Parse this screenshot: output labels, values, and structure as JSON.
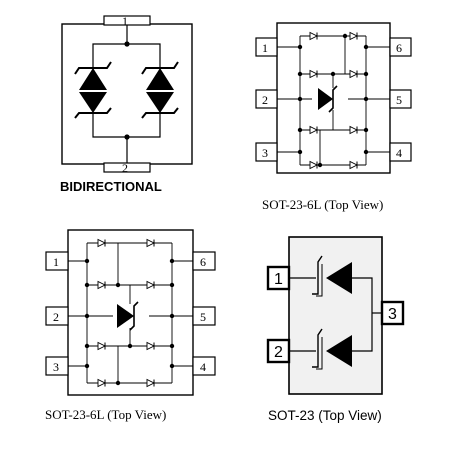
{
  "panels": [
    {
      "id": "bidirectional",
      "caption": "BIDIRECTIONAL",
      "pins": [
        "1",
        "2"
      ]
    },
    {
      "id": "sot23-6l-top-right",
      "caption": "SOT-23-6L  (Top View)",
      "pins_left": [
        "1",
        "2",
        "3"
      ],
      "pins_right": [
        "6",
        "5",
        "4"
      ]
    },
    {
      "id": "sot23-6l-bottom-left",
      "caption": "SOT-23-6L  (Top View)",
      "pins_left": [
        "1",
        "2",
        "3"
      ],
      "pins_right": [
        "6",
        "5",
        "4"
      ]
    },
    {
      "id": "sot23",
      "caption": "SOT-23 (Top View)",
      "pins_left": [
        "1",
        "2"
      ],
      "pins_right": [
        "3"
      ]
    }
  ]
}
